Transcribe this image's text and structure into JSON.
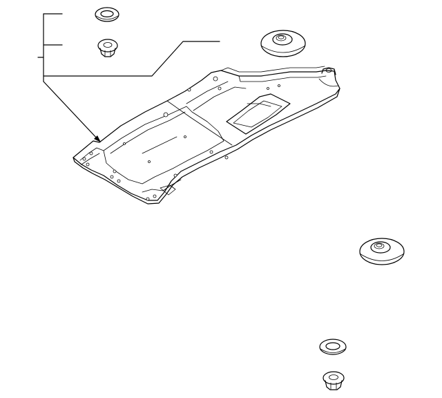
{
  "diagram": {
    "background_color": "#ffffff",
    "line_color": "#000000",
    "parts": [
      {
        "name": "splash-shield-under-cover",
        "icon": "under-cover-panel-drawing"
      },
      {
        "name": "flat-washer",
        "icon": "washer-drawing"
      },
      {
        "name": "flange-nut",
        "icon": "nut-drawing"
      },
      {
        "name": "grommet",
        "icon": "grommet-drawing"
      }
    ]
  }
}
